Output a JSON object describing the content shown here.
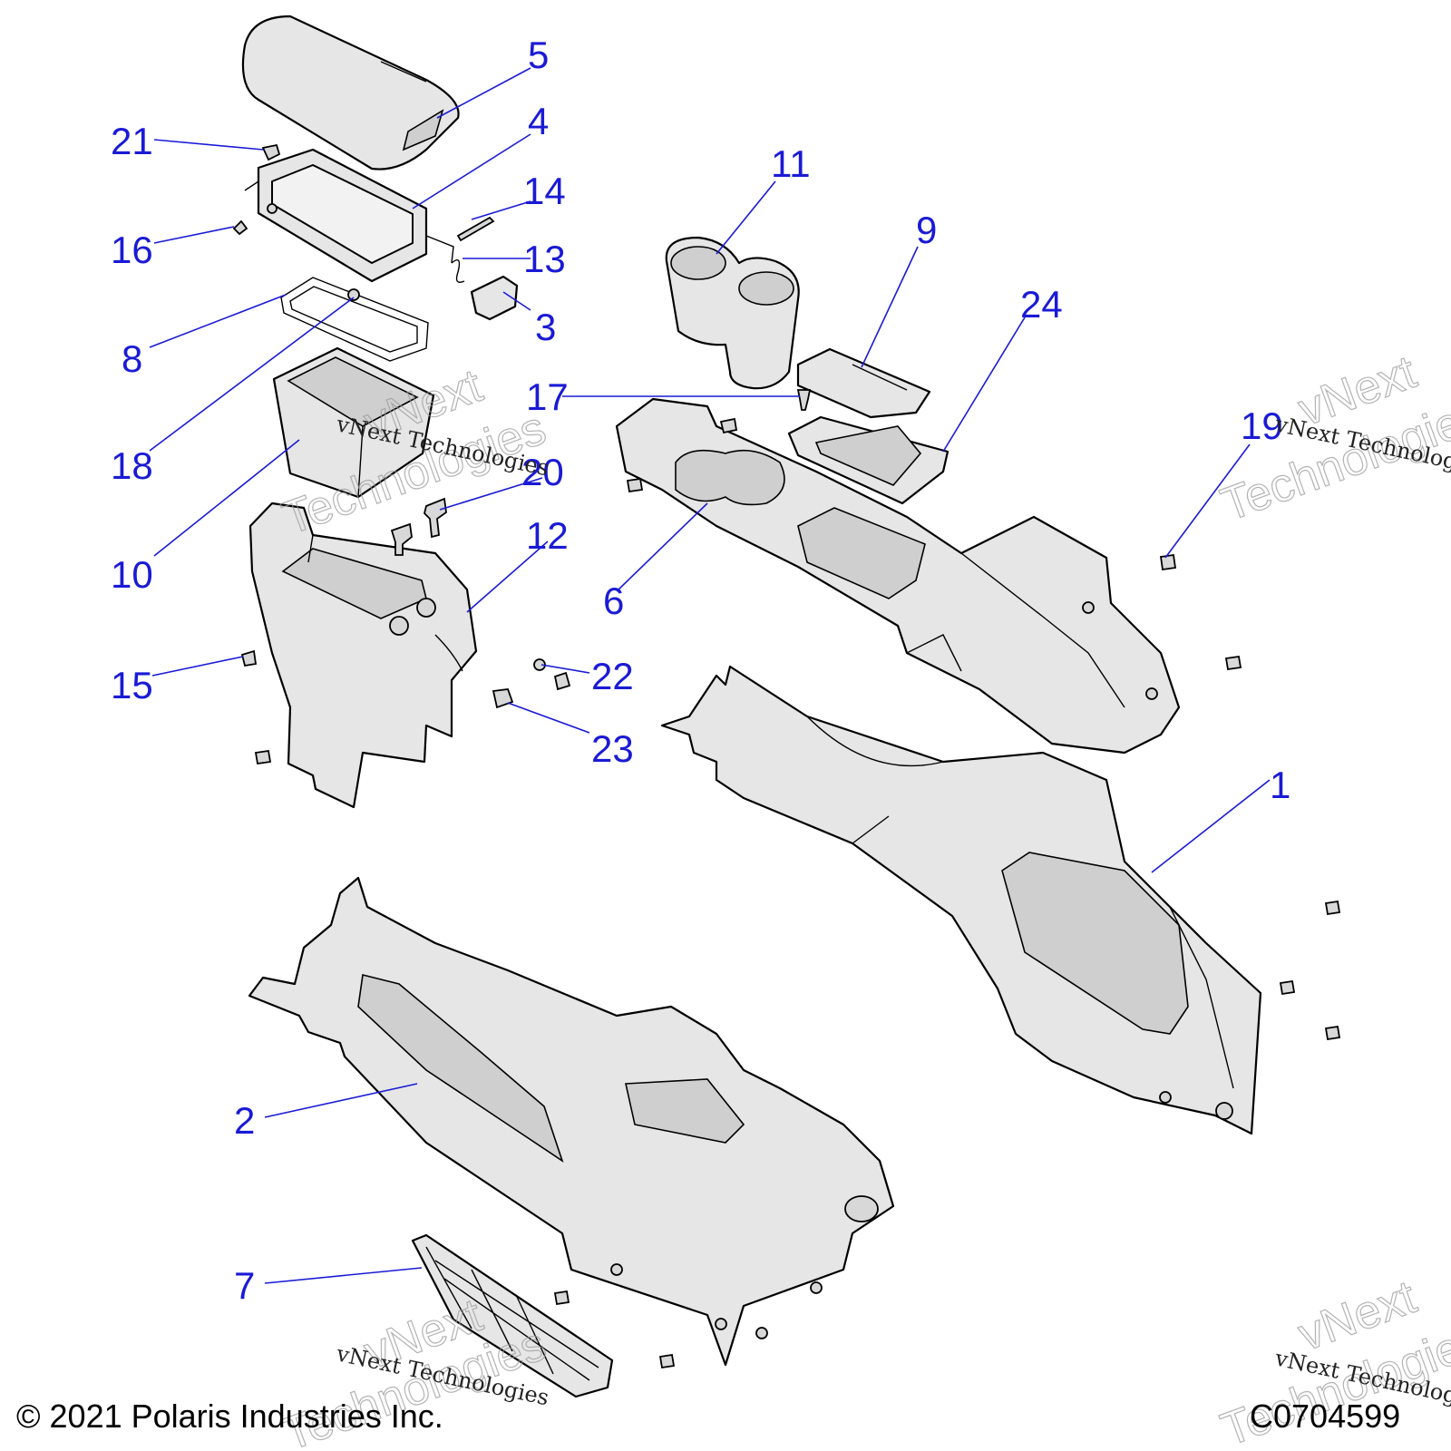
{
  "callouts": {
    "c1": "1",
    "c2": "2",
    "c3": "3",
    "c4": "4",
    "c5": "5",
    "c6": "6",
    "c7": "7",
    "c8": "8",
    "c9": "9",
    "c10": "10",
    "c11": "11",
    "c12": "12",
    "c13": "13",
    "c14": "14",
    "c15": "15",
    "c16": "16",
    "c17": "17",
    "c18": "18",
    "c19": "19",
    "c20": "20",
    "c21": "21",
    "c22": "22",
    "c23": "23",
    "c24": "24"
  },
  "watermark": {
    "line_small": "vNext Technologies",
    "brand_top": "vNext",
    "brand_bottom": "Technologies"
  },
  "footer": {
    "copyright": "© 2021 Polaris Industries Inc.",
    "drawing_number": "C0704599"
  },
  "colors": {
    "callout": "#1a1ad6",
    "line": "#000000",
    "part_fill": "#e6e6e6"
  }
}
